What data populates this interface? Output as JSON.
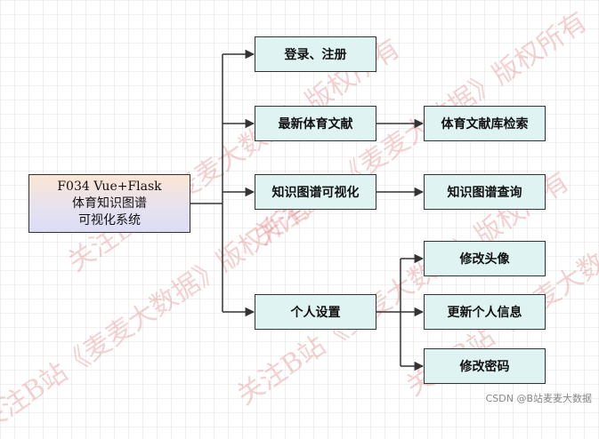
{
  "root": {
    "lines": [
      "F034 Vue+Flask",
      "体育知识图谱",
      "可视化系统"
    ]
  },
  "branches": [
    {
      "label": "登录、注册"
    },
    {
      "label": "最新体育文献",
      "child": "体育文献库检索"
    },
    {
      "label": "知识图谱可视化",
      "child": "知识图谱查询"
    },
    {
      "label": "个人设置",
      "children": [
        "修改头像",
        "更新个人信息",
        "修改密码"
      ]
    }
  ],
  "watermark": {
    "text": "关注B站《麦麦大数据》版权所有"
  },
  "footer": {
    "text": "CSDN @B站麦麦大数据"
  },
  "colors": {
    "node_fill": "#dff4f2",
    "root_gradient_top": "#fbe6d4",
    "root_gradient_bottom": "#dcdcf6",
    "border": "#333333",
    "watermark": "#d65a5a"
  }
}
